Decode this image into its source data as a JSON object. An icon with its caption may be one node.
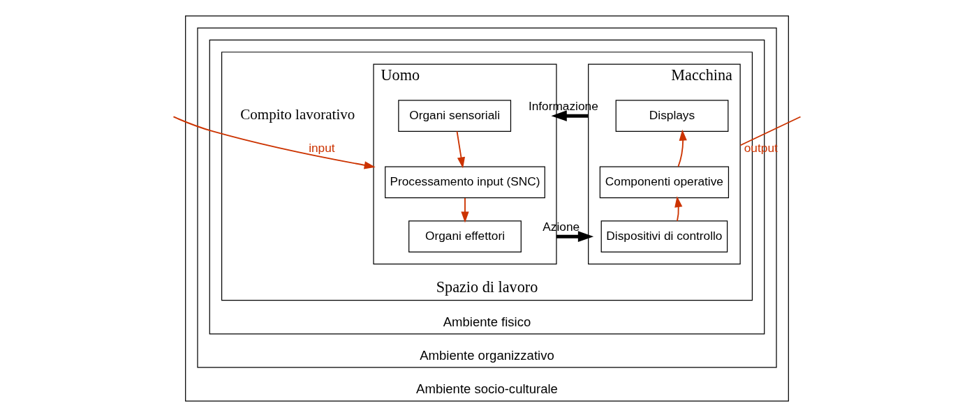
{
  "diagram": {
    "nodes": [
      {
        "text": [
          "Ambiente socio-culturale"
        ]
      },
      {
        "text": [
          "Ambiente organizzativo"
        ],
        "in": 0
      },
      {
        "text": [
          "Ambiente fisico"
        ],
        "in": 1
      },
      {
        "text": [
          "Spazio di lavoro"
        ],
        "in": 2
      },
      {
        "text": [
          "Uomo"
        ],
        "in": 3
      },
      {
        "text": [
          "Organi sensoriali"
        ],
        "in": 4
      },
      {
        "text": [
          "Processamento input (SNC)"
        ],
        "in": 4
      },
      {
        "text": [
          "Organi effettori"
        ],
        "in": 4
      },
      {
        "text": [
          "Macchina"
        ],
        "in": 3
      },
      {
        "text": [
          "Displays"
        ],
        "in": 8
      },
      {
        "text": [
          "Componenti operative"
        ],
        "in": 8
      },
      {
        "text": [
          "Dispositivi di controllo"
        ],
        "in": 8
      }
    ],
    "edges": [
      {
        "from": null,
        "to": 4,
        "arrow": "to",
        "label": "input"
      },
      {
        "from": 5,
        "to": 6,
        "arrow": "to"
      },
      {
        "from": 6,
        "to": 7,
        "arrow": "to"
      },
      {
        "from": 8,
        "to": 4,
        "arrow": "to",
        "label": "Informazione",
        "style": "thick",
        "color": "#000000"
      },
      {
        "from": 4,
        "to": 8,
        "arrow": "to",
        "label": "Azione",
        "style": "thick",
        "color": "#000000"
      },
      {
        "from": 11,
        "to": 10,
        "arrow": "to"
      },
      {
        "from": 10,
        "to": 9,
        "arrow": "to"
      },
      {
        "from": 8,
        "to": null,
        "arrow": "none",
        "label": "output"
      }
    ],
    "labels": [
      "Compito lavorativo"
    ]
  }
}
